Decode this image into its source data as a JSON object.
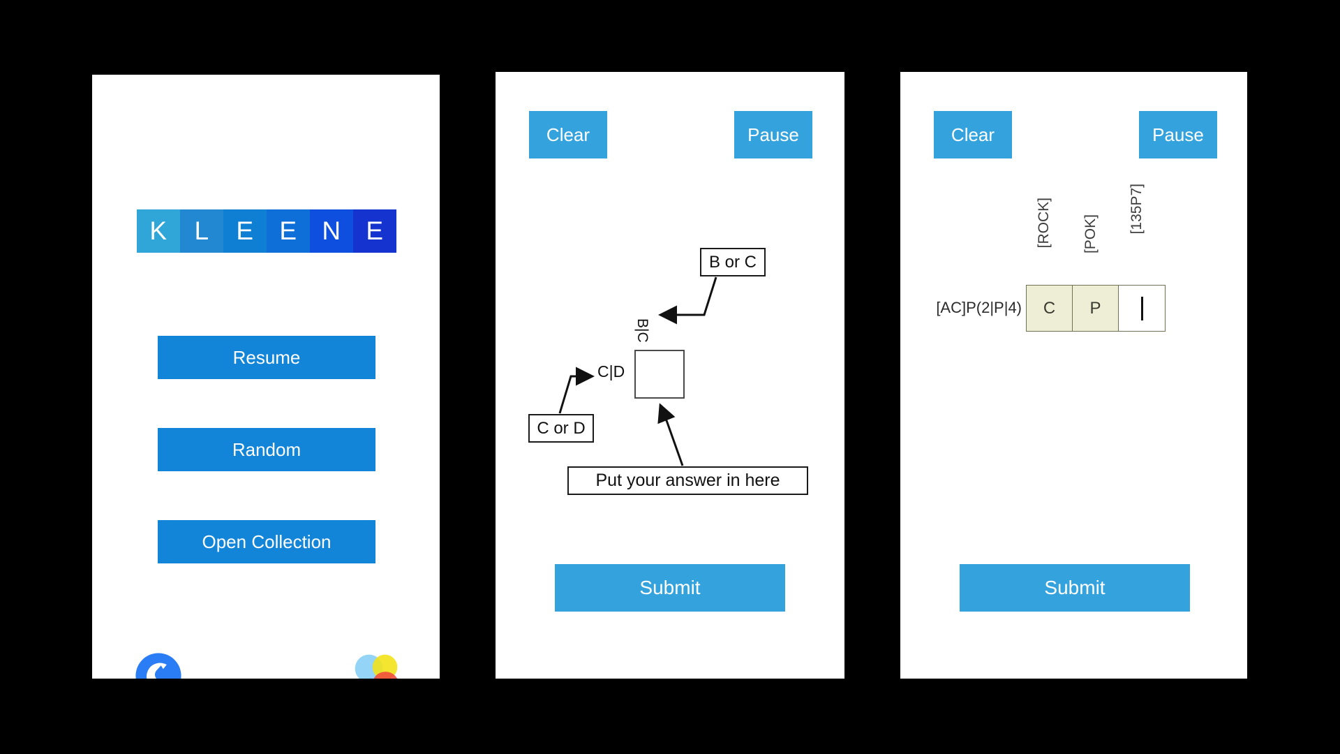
{
  "app": {
    "name": "KLEENE",
    "background_color": "#000000",
    "panel_background": "#ffffff"
  },
  "panels": {
    "home": {
      "name": "home-screen",
      "logo": {
        "letters": [
          "K",
          "L",
          "E",
          "E",
          "N",
          "E"
        ],
        "tile_colors": [
          "#2fa5d8",
          "#2288d1",
          "#0f7fd4",
          "#0f6fd8",
          "#0f4fe0",
          "#1433cf"
        ]
      },
      "buttons": [
        {
          "id": "resume",
          "label": "Resume",
          "color": "#1285d8"
        },
        {
          "id": "random",
          "label": "Random",
          "color": "#1285d8"
        },
        {
          "id": "open-collection",
          "label": "Open Collection",
          "color": "#1285d8"
        }
      ],
      "footer_icons": [
        {
          "id": "settings",
          "name": "wrench-settings-icon",
          "color": "#2a7df5"
        },
        {
          "id": "palette",
          "name": "color-circles-icon",
          "colors": [
            "#8ed2f5",
            "#f2e21a",
            "#f04a3c",
            "#6d74d4"
          ]
        }
      ]
    },
    "annotated": {
      "name": "annotated-question-screen",
      "top_buttons": [
        {
          "id": "clear",
          "label": "Clear",
          "color": "#34a3dd"
        },
        {
          "id": "pause",
          "label": "Pause",
          "color": "#34a3dd"
        }
      ],
      "callouts": [
        {
          "id": "b-or-c",
          "label": "B or C"
        },
        {
          "id": "c-or-d",
          "label": "C or D"
        },
        {
          "id": "answer-hint",
          "label": "Put your answer in here"
        }
      ],
      "labels": {
        "vertical_top": "B|C",
        "inline_left": "C|D"
      },
      "answer_box": {
        "value": "",
        "placeholder": ""
      },
      "submit": {
        "label": "Submit",
        "color": "#34a3dd"
      }
    },
    "cells": {
      "name": "cell-entry-screen",
      "top_buttons": [
        {
          "id": "clear",
          "label": "Clear",
          "color": "#34a3dd"
        },
        {
          "id": "pause",
          "label": "Pause",
          "color": "#34a3dd"
        }
      ],
      "row_label": "[AC]P(2|P|4)",
      "column_labels": [
        "[ROCK]",
        "[POK]",
        "[135P7]"
      ],
      "cell_values": [
        "C",
        "P",
        ""
      ],
      "cell_filled_color": "#eeeed6",
      "cell_empty_color": "#ffffff",
      "active_cell_index": 2,
      "submit": {
        "label": "Submit",
        "color": "#34a3dd"
      }
    }
  }
}
